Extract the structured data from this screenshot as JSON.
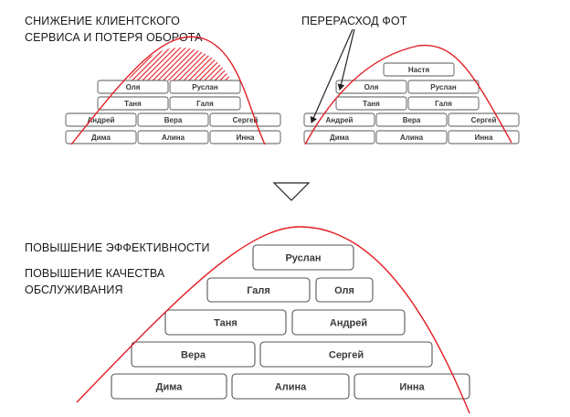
{
  "captions": {
    "top_left": [
      "СНИЖЕНИЕ КЛИЕНТСКОГО",
      "СЕРВИСА И ПОТЕРЯ ОБОРОТА"
    ],
    "top_right": [
      "ПЕРЕРАСХОД ФОТ"
    ],
    "bottom_1": [
      "ПОВЫШЕНИЕ ЭФФЕКТИВНОСТИ"
    ],
    "bottom_2": [
      "ПОВЫШЕНИЕ КАЧЕСТВА",
      "ОБСЛУЖИВАНИЯ"
    ]
  },
  "colors": {
    "curve": "#e31e24",
    "hatch": "#e31e24",
    "box_stroke": "#555555",
    "text": "#3a3a3a"
  },
  "diagrams": {
    "left": {
      "rows": [
        [
          "Оля",
          "Руслан"
        ],
        [
          "Таня",
          "Галя"
        ],
        [
          "Андрей",
          "Вера",
          "Сергей"
        ],
        [
          "Дима",
          "Алина",
          "Инна"
        ]
      ]
    },
    "right": {
      "rows": [
        [
          "Настя"
        ],
        [
          "Оля",
          "Руслан"
        ],
        [
          "Таня",
          "Галя"
        ],
        [
          "Андрей",
          "Вера",
          "Сергей"
        ],
        [
          "Дима",
          "Алина",
          "Инна"
        ]
      ]
    },
    "bottom": {
      "rows": [
        [
          "Руслан"
        ],
        [
          "Галя",
          "Оля"
        ],
        [
          "Таня",
          "Андрей"
        ],
        [
          "Вера",
          "Сергей"
        ],
        [
          "Дима",
          "Алина",
          "Инна"
        ]
      ]
    }
  },
  "icons": {
    "arrow": "down-triangle-icon"
  }
}
